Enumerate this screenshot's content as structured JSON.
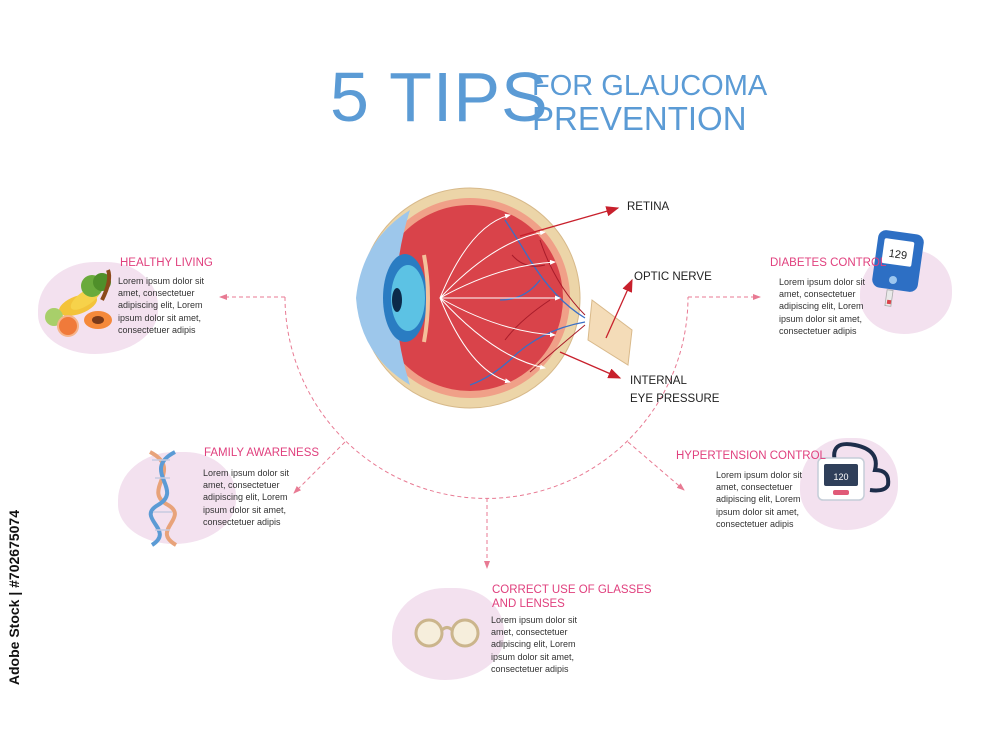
{
  "title": {
    "big": "5 TIPS",
    "line1": "FOR GLAUCOMA",
    "line2": "PREVENTION"
  },
  "eye_labels": {
    "retina": "RETINA",
    "optic_nerve": "OPTIC NERVE",
    "pressure_1": "INTERNAL",
    "pressure_2": "EYE PRESSURE"
  },
  "tips": {
    "healthy_living": {
      "title": "HEALTHY LIVING",
      "lines": [
        "Lorem ipsum dolor sit",
        "amet, consectetuer",
        "adipiscing elit, Lorem",
        "ipsum dolor sit amet,",
        "consectetuer adipis"
      ]
    },
    "family_awareness": {
      "title": "FAMILY AWARENESS",
      "lines": [
        "Lorem ipsum dolor sit",
        "amet, consectetuer",
        "adipiscing elit, Lorem",
        "ipsum dolor sit amet,",
        "consectetuer adipis"
      ]
    },
    "glasses": {
      "title_1": "CORRECT USE OF GLASSES",
      "title_2": "AND LENSES",
      "lines": [
        "Lorem ipsum dolor sit",
        "amet, consectetuer",
        "adipiscing elit, Lorem",
        "ipsum dolor sit amet,",
        "consectetuer adipis"
      ]
    },
    "hypertension": {
      "title": "HYPERTENSION CONTROL",
      "lines": [
        "Lorem ipsum dolor sit",
        "amet, consectetuer",
        "adipiscing elit, Lorem",
        "ipsum dolor sit amet,",
        "consectetuer adipis"
      ]
    },
    "diabetes": {
      "title": "DIABETES CONTROL",
      "lines": [
        "Lorem ipsum dolor sit",
        "amet, consectetuer",
        "adipiscing elit, Lorem",
        "ipsum dolor sit amet,",
        "consectetuer adipis"
      ]
    }
  },
  "device_readings": {
    "glucose": "129",
    "blood_pressure": "120"
  },
  "watermark": "Adobe Stock | #702675074",
  "colors": {
    "title": "#5b9bd5",
    "heading": "#e0407e",
    "blob": "#f3e1ef",
    "arrow": "#c8202c",
    "dashed": "#e87a93"
  }
}
